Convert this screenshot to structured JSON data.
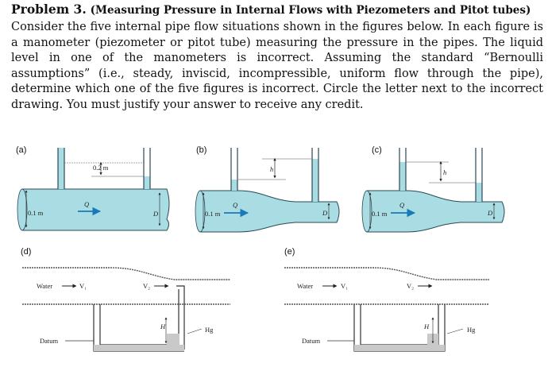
{
  "problem": {
    "heading_number": "Problem 3.",
    "heading_subtitle": "(Measuring Pressure in Internal Flows with Piezometers and Pitot tubes)",
    "paragraph": "Consider the five internal pipe flow situations shown in the figures below. In each figure is a manometer (piezometer or pitot tube) measuring the pressure in the pipes. The liquid level in one of the manometers is incorrect. Assuming the standard “Bernoulli assumptions” (i.e., steady, inviscid, incompressible, uniform flow through the pipe), determine which one of the five figures is incorrect. Circle the letter next to the incorrect drawing. You must justify your answer to receive any credit."
  },
  "figures": {
    "a": {
      "label": "(a)",
      "diameter_label": "0.1 m",
      "height_label": "0.2 m",
      "flow_label": "Q",
      "d_label": "D"
    },
    "b": {
      "label": "(b)",
      "diameter_label": "0.1 m",
      "height_label": "h",
      "flow_label": "Q",
      "d_label": "D"
    },
    "c": {
      "label": "(c)",
      "diameter_label": "0.1 m",
      "height_label": "h",
      "flow_label": "Q",
      "d_label": "D"
    },
    "d": {
      "label": "(d)",
      "water_label": "Water",
      "v1_label": "V₁",
      "v2_label": "V₂",
      "h_label": "H",
      "hg_label": "Hg",
      "datum_label": "Datum"
    },
    "e": {
      "label": "(e)",
      "water_label": "Water",
      "v1_label": "V₁",
      "v2_label": "V₂",
      "h_label": "H",
      "hg_label": "Hg",
      "datum_label": "Datum"
    }
  },
  "colors": {
    "water": "#a9dde3",
    "pipe_outline": "#2a4a55",
    "arrow": "#1a7ab8",
    "hg": "#c9c9c9",
    "text": "#111111"
  }
}
